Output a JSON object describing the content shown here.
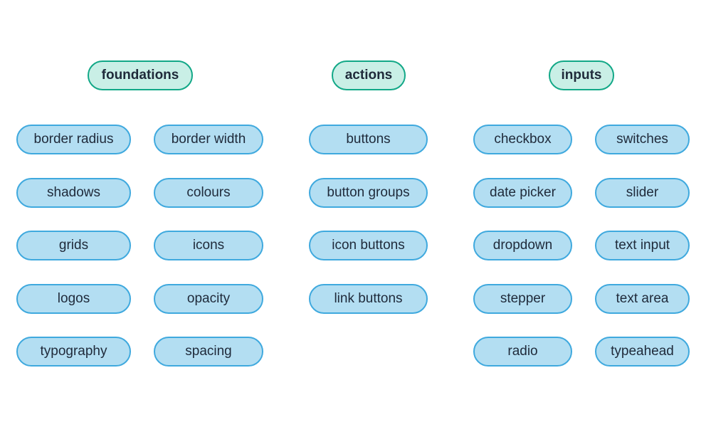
{
  "headers": {
    "foundations": "foundations",
    "actions": "actions",
    "inputs": "inputs"
  },
  "foundations": {
    "left": [
      "border radius",
      "shadows",
      "grids",
      "logos",
      "typography"
    ],
    "right": [
      "border width",
      "colours",
      "icons",
      "opacity",
      "spacing"
    ]
  },
  "actions": {
    "items": [
      "buttons",
      "button groups",
      "icon buttons",
      "link buttons"
    ]
  },
  "inputs": {
    "left": [
      "checkbox",
      "date picker",
      "dropdown",
      "stepper",
      "radio"
    ],
    "right": [
      "switches",
      "slider",
      "text input",
      "text area",
      "typeahead"
    ]
  },
  "colors": {
    "header_fill": "#c9efe6",
    "header_border": "#12a887",
    "item_fill": "#b3def2",
    "item_border": "#3fa9de"
  }
}
